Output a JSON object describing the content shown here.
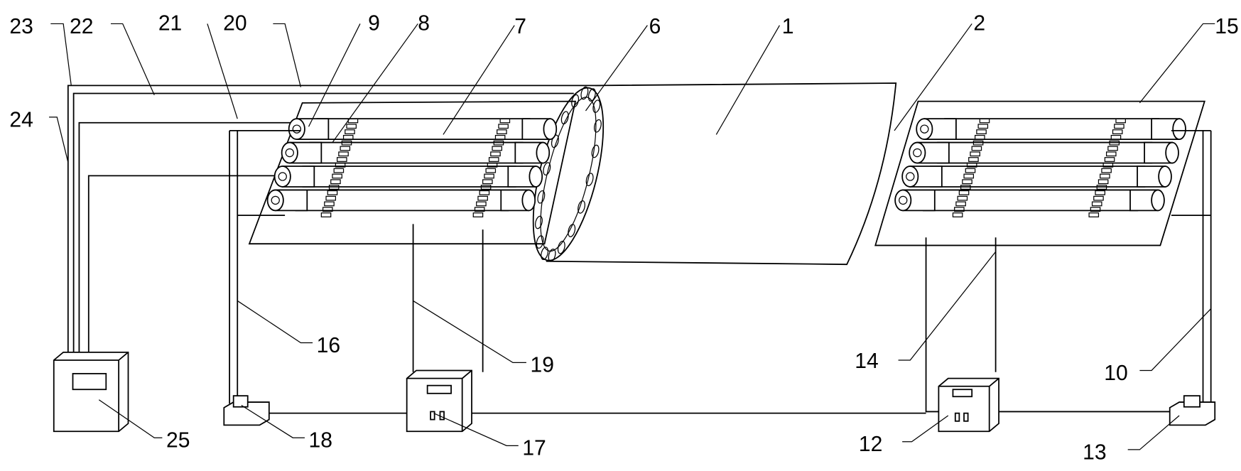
{
  "figure": {
    "type": "patent-diagram",
    "labels": {
      "l1": "1",
      "l2": "2",
      "l6": "6",
      "l7": "7",
      "l8": "8",
      "l9": "9",
      "l10": "10",
      "l12": "12",
      "l13": "13",
      "l14": "14",
      "l15": "15",
      "l16": "16",
      "l17": "17",
      "l18": "18",
      "l19": "19",
      "l20": "20",
      "l21": "21",
      "l22": "22",
      "l23": "23",
      "l24": "24",
      "l25": "25"
    }
  }
}
